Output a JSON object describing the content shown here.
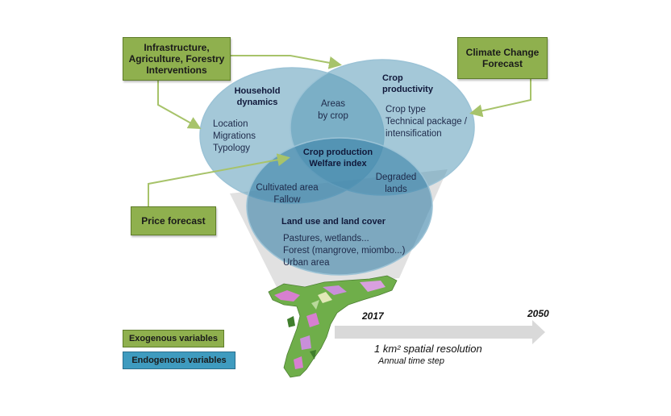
{
  "exogenous": {
    "interventions": "Infrastructure,\nAgriculture, Forestry\nInterventions",
    "climate": "Climate Change\nForecast",
    "price": "Price forecast"
  },
  "circles": {
    "household": {
      "title": "Household\ndynamics",
      "items": "Location\nMigrations\nTypology"
    },
    "crop": {
      "title": "Crop\nproductivity",
      "items": "Crop type\nTechnical package /\nintensification"
    },
    "landuse": {
      "title": "Land use and land cover",
      "items": "Pastures, wetlands...\nForest (mangrove, miombo...)\nUrban area"
    }
  },
  "overlaps": {
    "household_crop": "Areas\nby crop",
    "center": "Crop production\nWelfare index",
    "household_land": "Cultivated area\nFallow",
    "crop_land": "Degraded\nlands"
  },
  "timeline": {
    "start_year": "2017",
    "end_year": "2050",
    "resolution": "1 km² spatial resolution",
    "step": "Annual time step"
  },
  "legend": {
    "exogenous": "Exogenous variables",
    "endogenous": "Endogenous variables"
  },
  "colors": {
    "exogenous": "#8fb04e",
    "endogenous": "#3f9bbf",
    "circle_fill": "#5a9bb8",
    "arrow": "#a7c36a",
    "timeline_arrow": "#d9d9d9"
  }
}
